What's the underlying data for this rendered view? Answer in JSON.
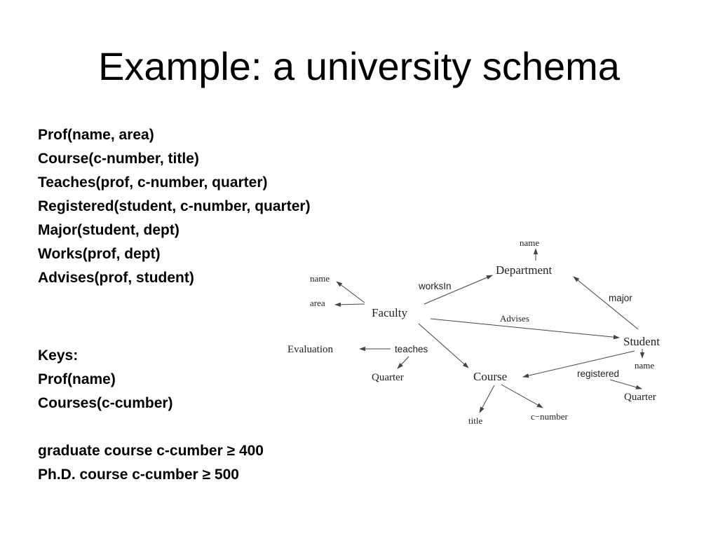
{
  "title": "Example: a university schema",
  "schema": [
    "Prof(name, area)",
    "Course(c-number, title)",
    "Teaches(prof, c-number, quarter)",
    "Registered(student, c-number, quarter)",
    "Major(student, dept)",
    "Works(prof, dept)",
    "Advises(prof, student)"
  ],
  "keys": {
    "heading": "Keys:",
    "items": [
      "Prof(name)",
      "Courses(c-cumber)"
    ]
  },
  "constraints": [
    "graduate course c-cumber ≥ 400",
    "Ph.D. course c-cumber ≥ 500"
  ],
  "diagram": {
    "nodes": {
      "faculty": "Faculty",
      "department": "Department",
      "student": "Student",
      "course": "Course",
      "evaluation": "Evaluation"
    },
    "attributes": {
      "faculty_name": "name",
      "faculty_area": "area",
      "department_name": "name",
      "student_name": "name",
      "course_title": "title",
      "course_number": "c−number",
      "evaluation_quarter": "Quarter",
      "registered_quarter": "Quarter"
    },
    "relationships": {
      "works_in": "worksIn",
      "advises": "Advises",
      "major": "major",
      "teaches": "teaches",
      "registered": "registered"
    }
  }
}
